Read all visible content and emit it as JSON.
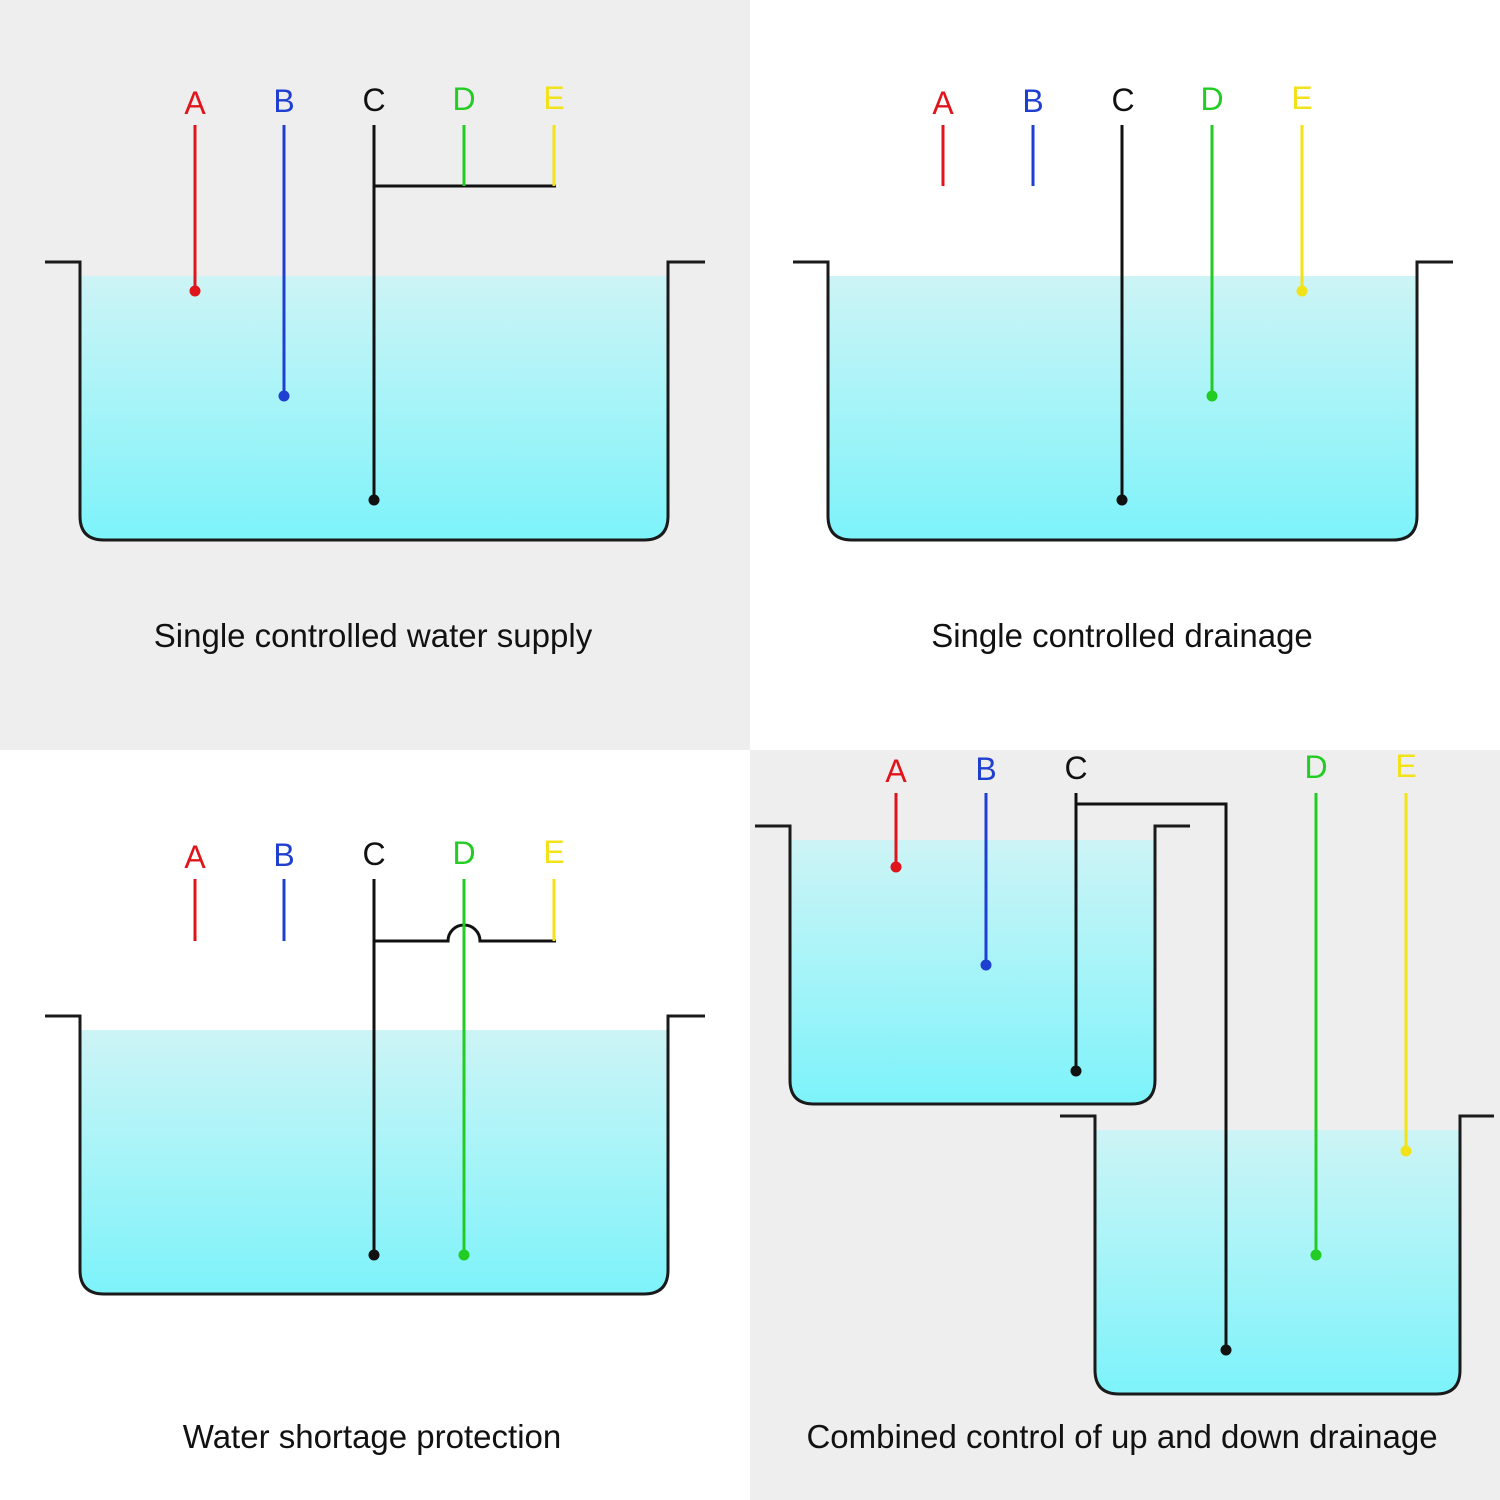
{
  "colors": {
    "A": "#e0141b",
    "B": "#1f3fd0",
    "C": "#111111",
    "D": "#22cc22",
    "E": "#f2e21a",
    "water_top": "#cdf4f6",
    "water_bottom": "#7df3fa"
  },
  "panels": [
    {
      "id": "single-supply",
      "caption": "Single controlled water supply",
      "probes": {
        "A": "A",
        "B": "B",
        "C": "C",
        "D": "D",
        "E": "E"
      }
    },
    {
      "id": "single-drainage",
      "caption": "Single controlled drainage",
      "probes": {
        "A": "A",
        "B": "B",
        "C": "C",
        "D": "D",
        "E": "E"
      }
    },
    {
      "id": "shortage-protection",
      "caption": "Water shortage protection",
      "probes": {
        "A": "A",
        "B": "B",
        "C": "C",
        "D": "D",
        "E": "E"
      }
    },
    {
      "id": "combined-control",
      "caption": "Combined control of up and down drainage",
      "probes": {
        "A": "A",
        "B": "B",
        "C": "C",
        "D": "D",
        "E": "E"
      }
    }
  ]
}
